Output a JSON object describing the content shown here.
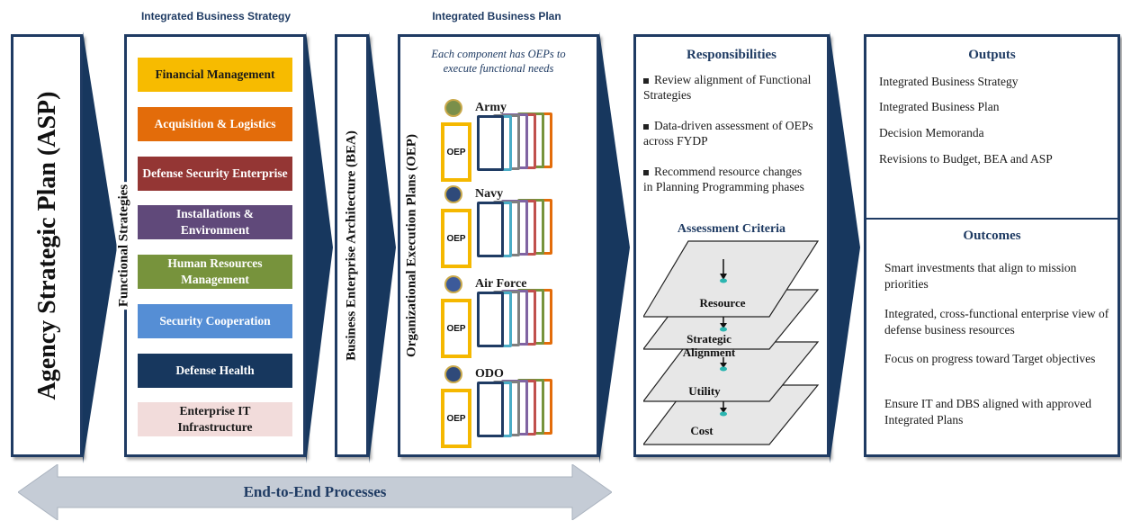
{
  "headers": {
    "strategy": "Integrated Business Strategy",
    "plan": "Integrated Business Plan"
  },
  "asp_label": "Agency Strategic Plan (ASP)",
  "functional_label": "Functional   Strategies",
  "functional_strategies": [
    {
      "label": "Financial Management",
      "color": "#f7bb00",
      "text_color": "#1a1a1a"
    },
    {
      "label": "Acquisition & Logistics",
      "color": "#e36c0a",
      "text_color": "#ffffff"
    },
    {
      "label": "Defense Security Enterprise",
      "color": "#943634",
      "text_color": "#ffffff"
    },
    {
      "label": "Installations & Environment",
      "color": "#60497a",
      "text_color": "#ffffff"
    },
    {
      "label": "Human Resources Management",
      "color": "#77933c",
      "text_color": "#ffffff"
    },
    {
      "label": "Security Cooperation",
      "color": "#558ed5",
      "text_color": "#ffffff"
    },
    {
      "label": "Defense Health",
      "color": "#17375e",
      "text_color": "#ffffff"
    },
    {
      "label": "Enterprise IT Infrastructure",
      "color": "#f2dcdb",
      "text_color": "#1a1a1a"
    }
  ],
  "bea_label": "Business Enterprise Architecture (BEA)",
  "oep_label": "Organizational Execution Plans (OEP)",
  "plan_caption": "Each component has OEPs to execute functional needs",
  "components": [
    {
      "label": "Army",
      "oep": "OEP"
    },
    {
      "label": "Navy",
      "oep": "OEP"
    },
    {
      "label": "Air Force",
      "oep": "OEP"
    },
    {
      "label": "ODO",
      "oep": "OEP"
    }
  ],
  "card_colors": [
    "#1f3b63",
    "#4bacc6",
    "#7f7f7f",
    "#8064a2",
    "#c0504d",
    "#77933c",
    "#e36c0a"
  ],
  "responsibilities": {
    "title": "Responsibilities",
    "items": [
      "Review alignment of Functional Strategies",
      "Data-driven assessment of OEPs across FYDP",
      "Recommend resource changes in Planning Programming phases"
    ]
  },
  "assessment": {
    "title": "Assessment Criteria",
    "layers": [
      "Resource",
      "Strategic Alignment",
      "Utility",
      "Cost"
    ]
  },
  "outputs": {
    "title": "Outputs",
    "items": [
      "Integrated Business Strategy",
      "Integrated Business Plan",
      "Decision Memoranda",
      "Revisions to Budget, BEA and ASP"
    ]
  },
  "outcomes": {
    "title": "Outcomes",
    "items": [
      "Smart investments that align to mission priorities",
      "Integrated, cross-functional enterprise view of defense business resources",
      "Focus on progress toward Target objectives",
      "Ensure IT and DBS aligned with approved Integrated Plans"
    ]
  },
  "end_to_end": "End-to-End Processes",
  "colors": {
    "navy": "#1f3b63",
    "arrow_gray": "#c5ccd6",
    "chevron": "#17375e"
  }
}
